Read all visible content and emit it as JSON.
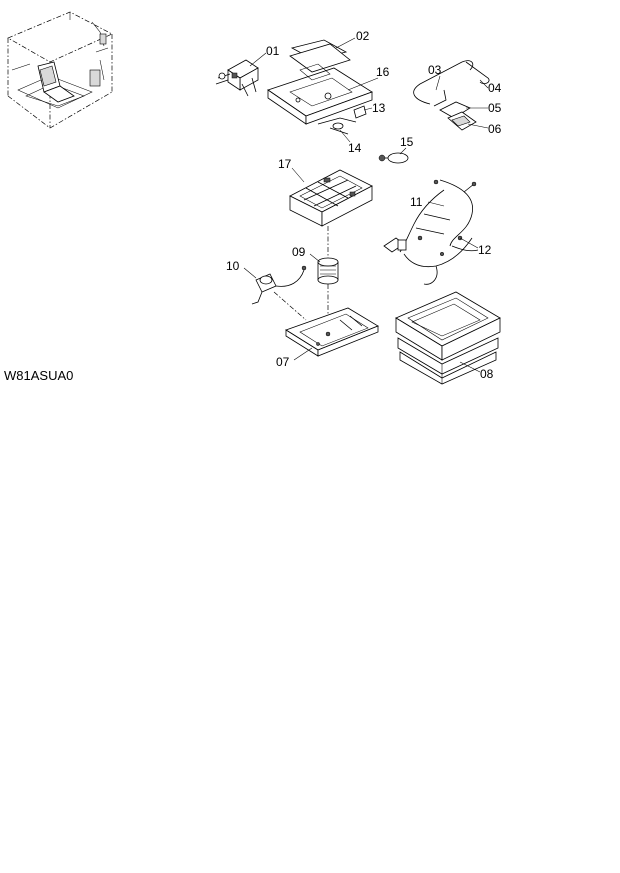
{
  "drawing": {
    "reference_code": "W81ASUA0",
    "callouts": [
      "01",
      "02",
      "03",
      "04",
      "05",
      "06",
      "07",
      "08",
      "09",
      "10",
      "11",
      "12",
      "13",
      "14",
      "15",
      "16",
      "17"
    ]
  },
  "colors": {
    "ink": "#000000",
    "paper": "#ffffff",
    "shade": "#d9d9d9"
  },
  "icons": {
    "location": "cab-overview-icon"
  }
}
